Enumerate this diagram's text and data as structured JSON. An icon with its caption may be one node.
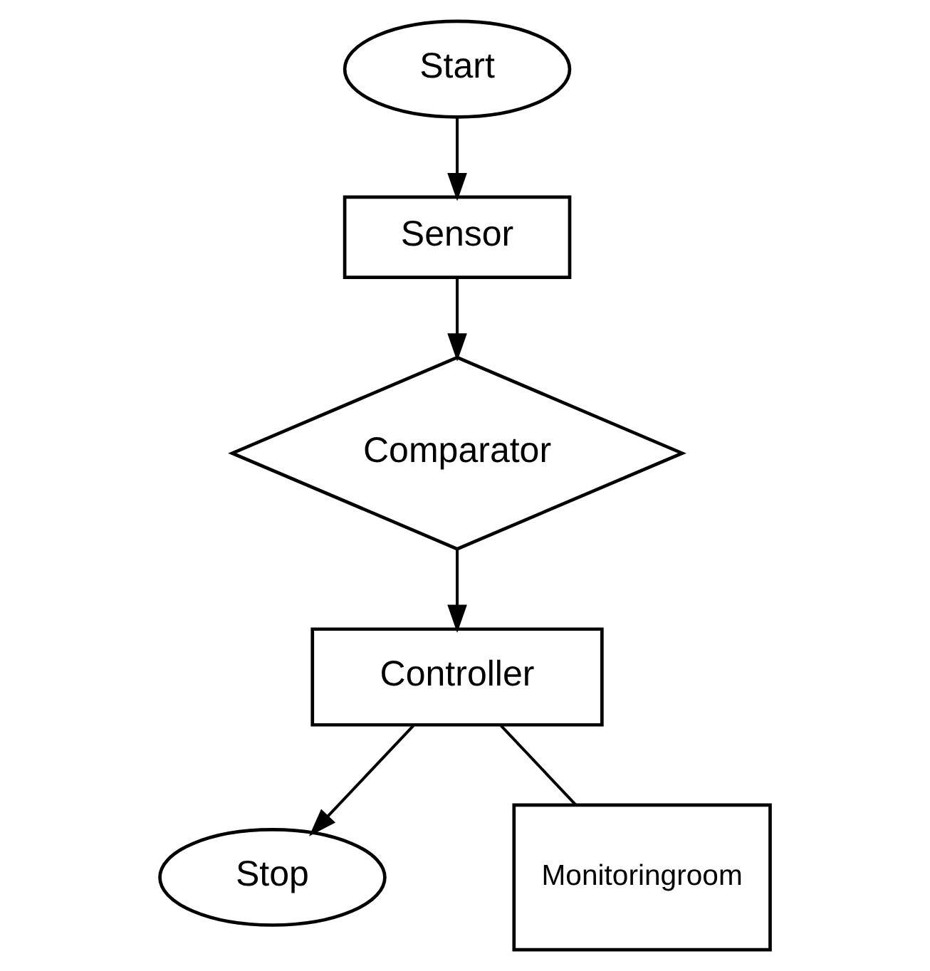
{
  "diagram": {
    "nodes": [
      {
        "text": [
          "Start"
        ]
      },
      {
        "text": [
          "Sensor"
        ]
      },
      {
        "text": [
          "Comparator"
        ]
      },
      {
        "text": [
          "Controller"
        ]
      },
      {
        "text": [
          "Stop"
        ]
      },
      {
        "text": [
          "Monitoringroom"
        ]
      }
    ],
    "edges": [
      {
        "from": 0,
        "to": 1,
        "arrow": "to"
      },
      {
        "from": 1,
        "to": 2,
        "arrow": "to"
      },
      {
        "from": 2,
        "to": 3,
        "arrow": "to"
      },
      {
        "from": 3,
        "to": 4,
        "arrow": "to"
      },
      {
        "from": 3,
        "to": 5,
        "arrow": "none"
      }
    ]
  }
}
